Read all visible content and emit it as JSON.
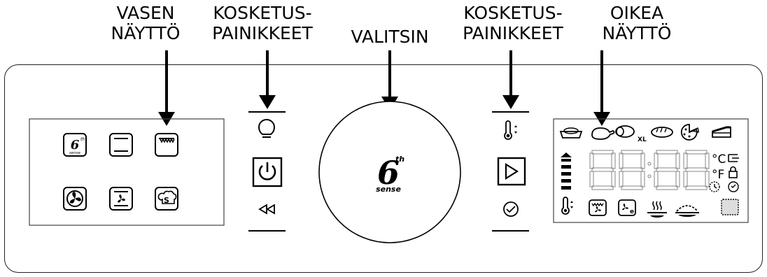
{
  "labels": {
    "left_display": [
      "VASEN",
      "NÄYTTÖ"
    ],
    "touch_buttons_left": [
      "KOSKETUS-",
      "PAINIKKEET"
    ],
    "selector": [
      "VALITSIN"
    ],
    "touch_buttons_right": [
      "KOSKETUS-",
      "PAINIKKEET"
    ],
    "right_display": [
      "OIKEA",
      "NÄYTTÖ"
    ]
  },
  "dial": {
    "logo": "6",
    "sup": "th",
    "word": "sense"
  },
  "left_display": {
    "icons": [
      "6th-sense-icon",
      "conventional-oven-icon",
      "top-grill-icon",
      "convection-fan-icon",
      "forced-air-icon",
      "chef-recipe-icon"
    ],
    "sense_badge_text": "sense",
    "recipe_badge_text": "S"
  },
  "left_buttons": [
    "light-icon",
    "power-icon",
    "back-icon"
  ],
  "right_buttons": [
    "temperature-icon",
    "play-icon",
    "timer-icon"
  ],
  "right_display": {
    "food_icons": [
      "casserole-icon",
      "poultry-icon",
      "roast-xl-icon",
      "bread-icon",
      "pizza-icon",
      "cake-icon"
    ],
    "xl_text": "XL",
    "celsius": "°C",
    "fahrenheit": "°F",
    "digits": "88:88",
    "bottom_icons": [
      "temperature-icon",
      "grill-fan-icon",
      "eco-fan-icon",
      "steam-icon",
      "dome-icon",
      "crisp-icon"
    ],
    "eco_letter": "e"
  }
}
